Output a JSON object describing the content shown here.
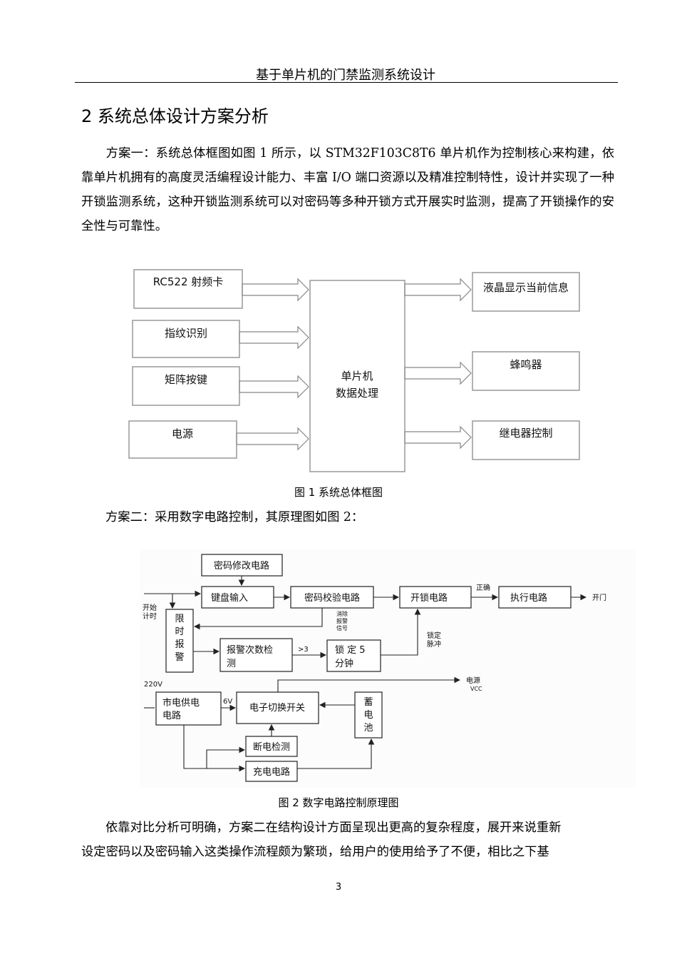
{
  "header": {
    "title": "基于单片机的门禁监测系统设计"
  },
  "section": {
    "title": "2 系统总体设计方案分析"
  },
  "paragraph1": "方案一：系统总体框图如图 1 所示，以 STM32F103C8T6 单片机作为控制核心来构建，依靠单片机拥有的高度灵活编程设计能力、丰富 I/O 端口资源以及精准控制特性，设计并实现了一种开锁监测系统，这种开锁监测系统可以对密码等多种开锁方式开展实时监测，提高了开锁操作的安全性与可靠性。",
  "figure1": {
    "inputs": [
      "RC522 射频卡",
      "指纹识别",
      "矩阵按键",
      "电源"
    ],
    "center": [
      "单片机",
      "数据处理"
    ],
    "outputs": [
      "液晶显示当前信息",
      "蜂鸣器",
      "继电器控制"
    ],
    "caption": "图 1 系统总体框图"
  },
  "paragraph2": "方案二：采用数字电路控制，其原理图如图 2：",
  "figure2": {
    "blocks": {
      "password_modify": "密码修改电路",
      "keyboard": "键盘输入",
      "verify": "密码校验电路",
      "unlock": "开锁电路",
      "execute": "执行电路",
      "timer_alarm": [
        "限",
        "时",
        "报",
        "警"
      ],
      "alarm_count": [
        "报警次数检",
        "测"
      ],
      "lock5": [
        "锁 定 5",
        "分钟"
      ],
      "mains": [
        "市电供电",
        "电路"
      ],
      "switch": "电子切换开关",
      "battery": [
        "蓄",
        "电",
        "池"
      ],
      "power_detect": "断电检测",
      "charge": "充电电路"
    },
    "labels": {
      "start_timer": [
        "开始",
        "计时"
      ],
      "correct": "正确",
      "open_door": "开门",
      "clear_alarm": [
        "消除",
        "报警",
        "信号"
      ],
      "gt3": ">3",
      "lock_pulse": [
        "锁定",
        "脉冲"
      ],
      "v220": "220V",
      "v6": "6V",
      "power_vcc": [
        "电源",
        "VCC"
      ]
    },
    "caption": "图 2  数字电路控制原理图"
  },
  "paragraph3_lines": [
    "依靠对比分析可明确，方案二在结构设计方面呈现出更高的复杂程度，展开来说重新",
    "设定密码以及密码输入这类操作流程颇为繁琐，给用户的使用给予了不便，相比之下基"
  ],
  "page_number": "3"
}
